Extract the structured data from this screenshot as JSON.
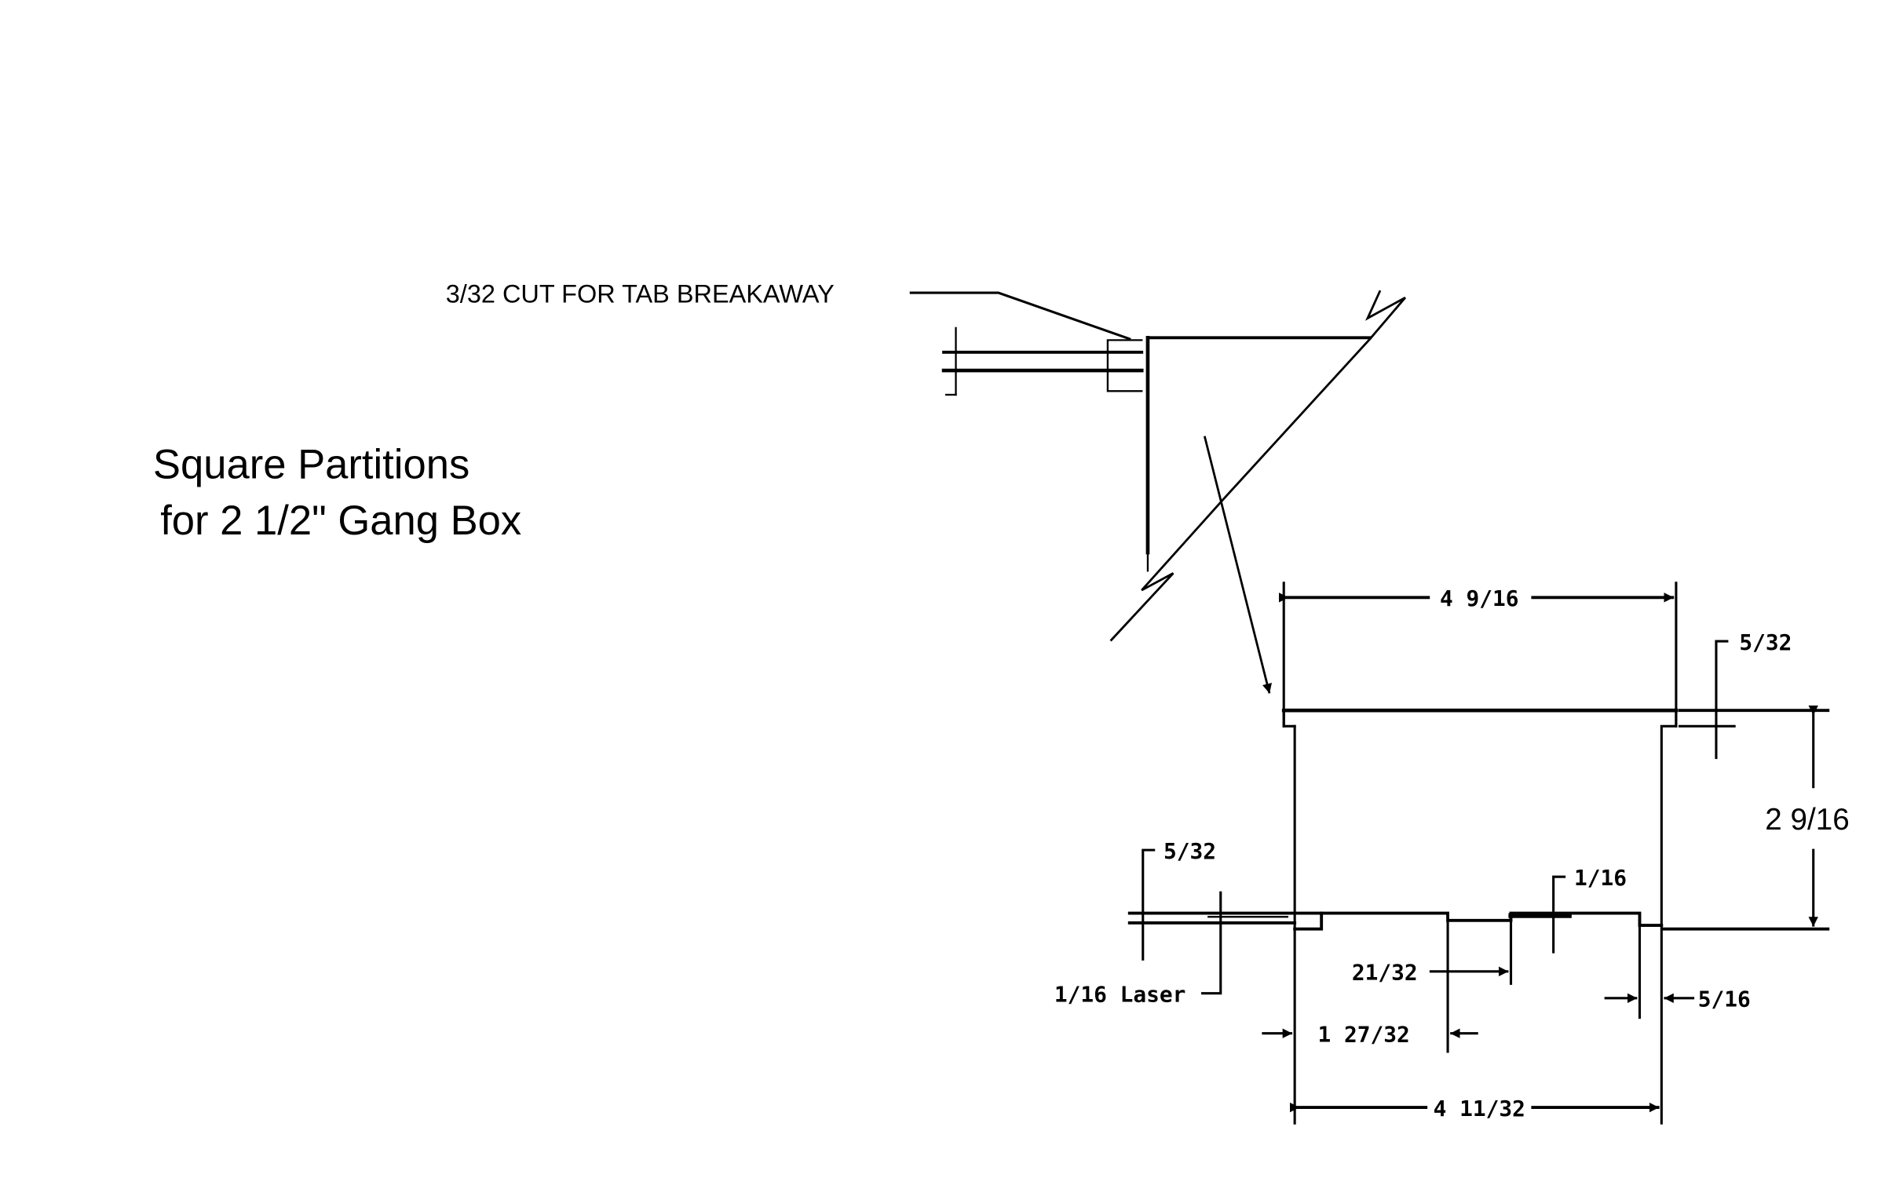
{
  "title": {
    "line1": "Square Partitions",
    "line2": "for 2 1/2\" Gang Box"
  },
  "callout": "3/32 CUT FOR TAB BREAKAWAY",
  "dimensions": {
    "top_width": "4 9/16",
    "top_tab": "5/32",
    "height": "2 9/16",
    "left_tab": "5/32",
    "laser": "1/16 Laser",
    "notch_small": "1/16",
    "notch_width": "21/32",
    "notch_offset": "1 27/32",
    "right_offset": "5/16",
    "bottom_width": "4 11/32"
  }
}
